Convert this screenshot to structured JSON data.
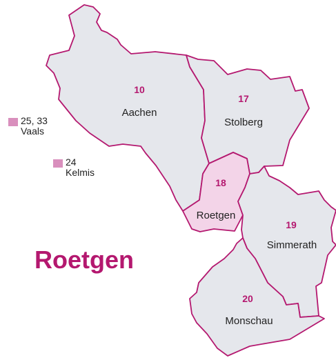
{
  "title": "Roetgen",
  "colors": {
    "border": "#b4186f",
    "region_fill": "#e5e7ec",
    "highlight_fill": "#f3d4e8",
    "legend_swatch": "#d98fbd",
    "label_number": "#b4186f"
  },
  "regions": {
    "aachen": {
      "number": "10",
      "name": "Aachen"
    },
    "stolberg": {
      "number": "17",
      "name": "Stolberg"
    },
    "roetgen": {
      "number": "18",
      "name": "Roetgen"
    },
    "simmerath": {
      "number": "19",
      "name": "Simmerath"
    },
    "monschau": {
      "number": "20",
      "name": "Monschau"
    }
  },
  "legend": {
    "vaals": {
      "code": "25, 33",
      "name": "Vaals"
    },
    "kelmis": {
      "code": "24",
      "name": "Kelmis"
    }
  }
}
